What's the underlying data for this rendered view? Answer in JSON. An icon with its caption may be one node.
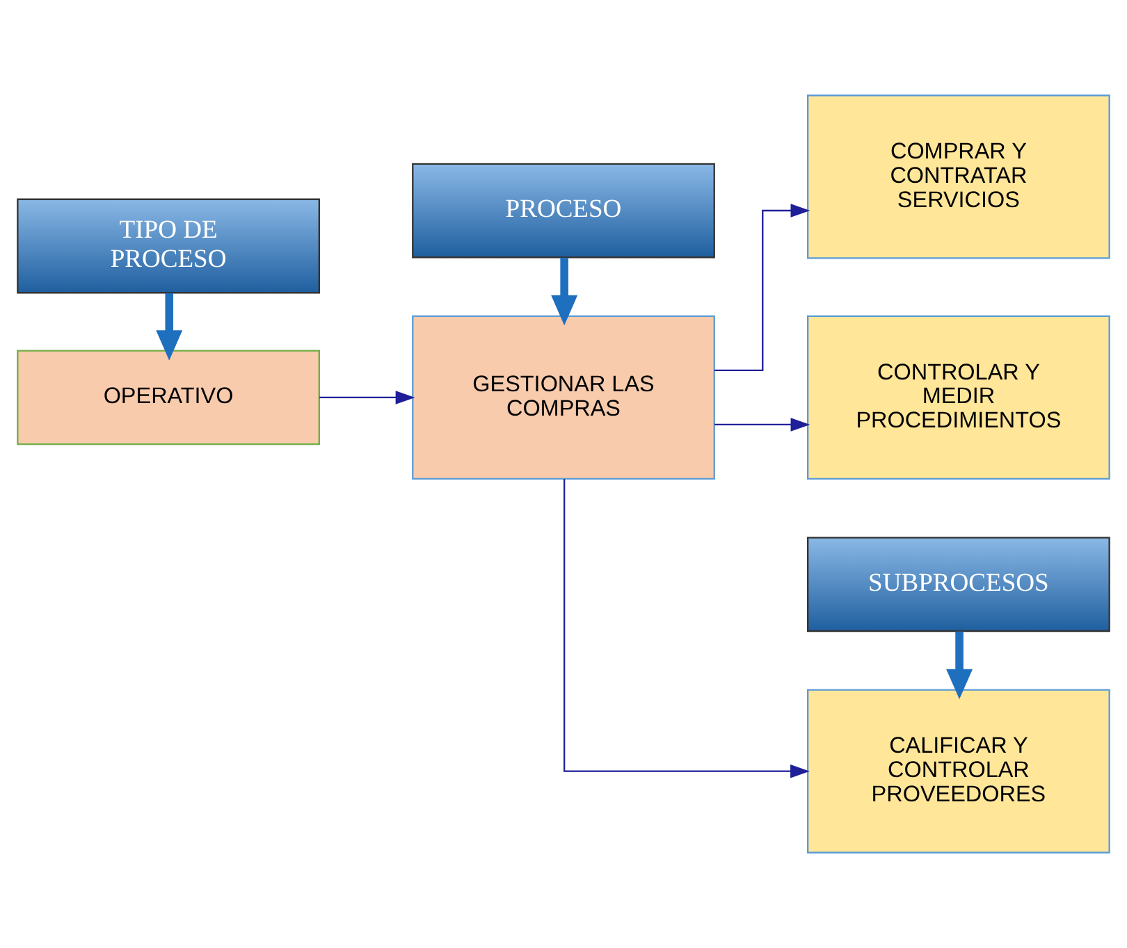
{
  "diagram": {
    "nodes": [
      {
        "text": [
          "TIPO DE PROCESO"
        ]
      },
      {
        "text": [
          "PROCESO"
        ]
      },
      {
        "text": [
          "SUBPROCESOS"
        ]
      },
      {
        "text": [
          "OPERATIVO"
        ]
      },
      {
        "text": [
          "GESTIONAR LAS COMPRAS"
        ]
      },
      {
        "text": [
          "CALIFICAR Y CONTROLAR PROVEEDORES"
        ]
      },
      {
        "text": [
          "COMPRAR Y CONTRATAR SERVICIOS"
        ]
      },
      {
        "text": [
          "CONTROLAR Y MEDIR PROCEDIMIENTOS"
        ]
      }
    ],
    "edges": [
      {
        "from": 0,
        "to": 3,
        "arrow": "to",
        "style": "thick",
        "color": "#1f6fbf"
      },
      {
        "from": 1,
        "to": 4,
        "arrow": "to",
        "style": "thick",
        "color": "#1f6fbf"
      },
      {
        "from": 2,
        "to": 5,
        "arrow": "to",
        "style": "thick",
        "color": "#1f6fbf"
      },
      {
        "from": 3,
        "to": 4,
        "arrow": "to"
      },
      {
        "from": 4,
        "to": 5,
        "arrow": "to"
      },
      {
        "from": 4,
        "to": 6,
        "arrow": "to"
      },
      {
        "from": 4,
        "to": 7,
        "arrow": "to"
      }
    ]
  }
}
